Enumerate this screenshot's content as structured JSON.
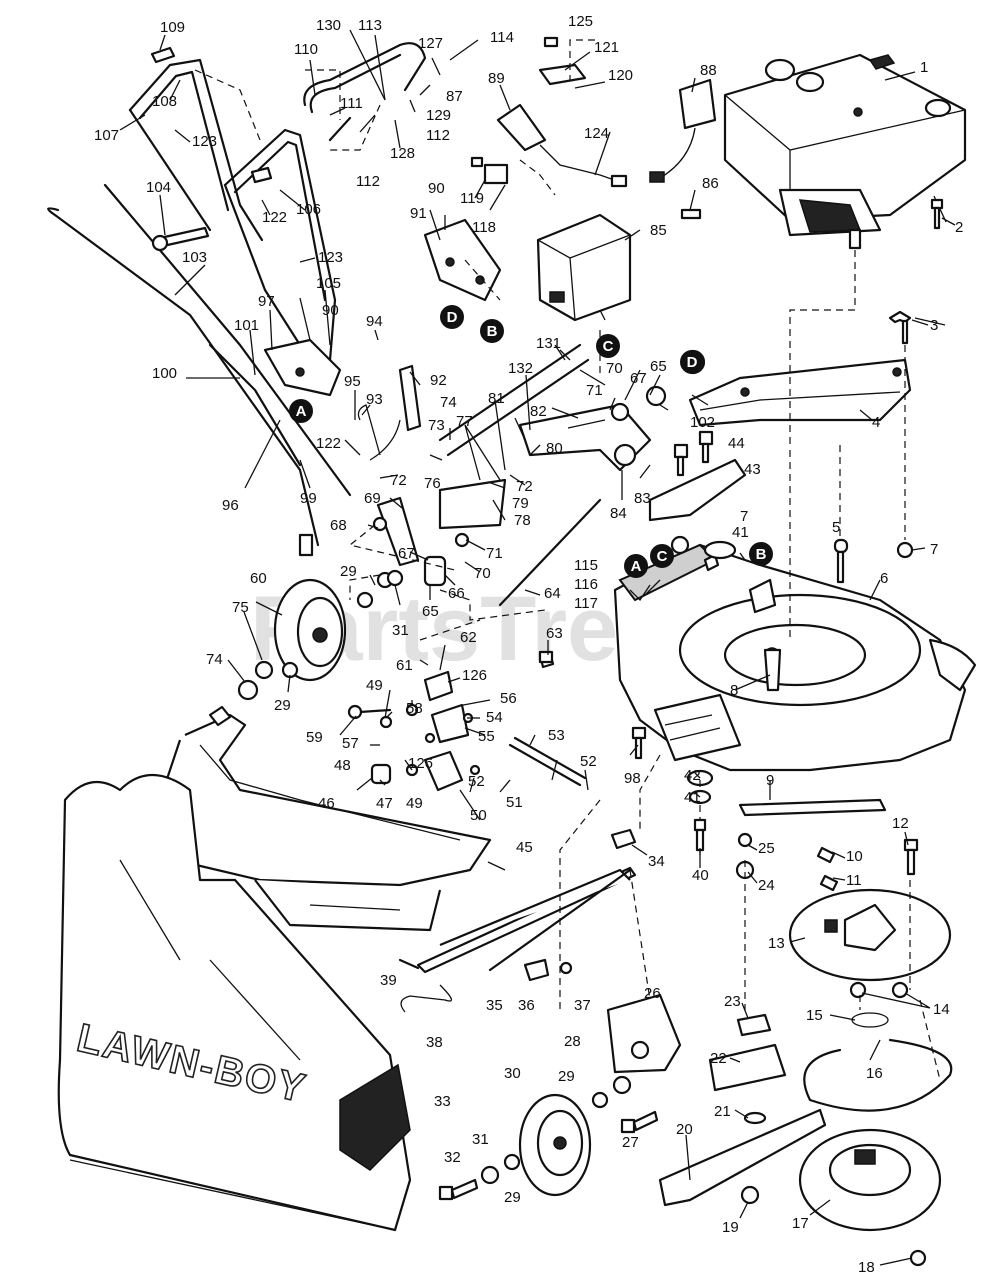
{
  "watermark": "PartsTree",
  "brand_on_bag": "LAWN-BOY",
  "part_numbers": [
    "1",
    "2",
    "3",
    "4",
    "5",
    "6",
    "7",
    "8",
    "9",
    "10",
    "11",
    "12",
    "13",
    "14",
    "15",
    "16",
    "17",
    "18",
    "19",
    "20",
    "21",
    "22",
    "23",
    "24",
    "25",
    "26",
    "27",
    "28",
    "29",
    "30",
    "31",
    "32",
    "33",
    "34",
    "35",
    "36",
    "37",
    "38",
    "39",
    "40",
    "41",
    "42",
    "43",
    "44",
    "45",
    "46",
    "47",
    "48",
    "49",
    "50",
    "51",
    "52",
    "53",
    "54",
    "55",
    "56",
    "57",
    "58",
    "59",
    "60",
    "61",
    "62",
    "63",
    "64",
    "65",
    "66",
    "67",
    "68",
    "69",
    "70",
    "71",
    "72",
    "73",
    "74",
    "75",
    "76",
    "77",
    "78",
    "79",
    "80",
    "81",
    "82",
    "83",
    "84",
    "85",
    "86",
    "87",
    "88",
    "89",
    "90",
    "91",
    "92",
    "93",
    "94",
    "95",
    "96",
    "97",
    "98",
    "99",
    "100",
    "101",
    "102",
    "103",
    "104",
    "105",
    "106",
    "107",
    "108",
    "109",
    "110",
    "111",
    "112",
    "113",
    "114",
    "115",
    "116",
    "117",
    "118",
    "119",
    "120",
    "121",
    "122",
    "123",
    "124",
    "125",
    "126",
    "127",
    "128",
    "129",
    "130",
    "131",
    "132"
  ],
  "callouts": [
    "A",
    "B",
    "C",
    "D"
  ]
}
